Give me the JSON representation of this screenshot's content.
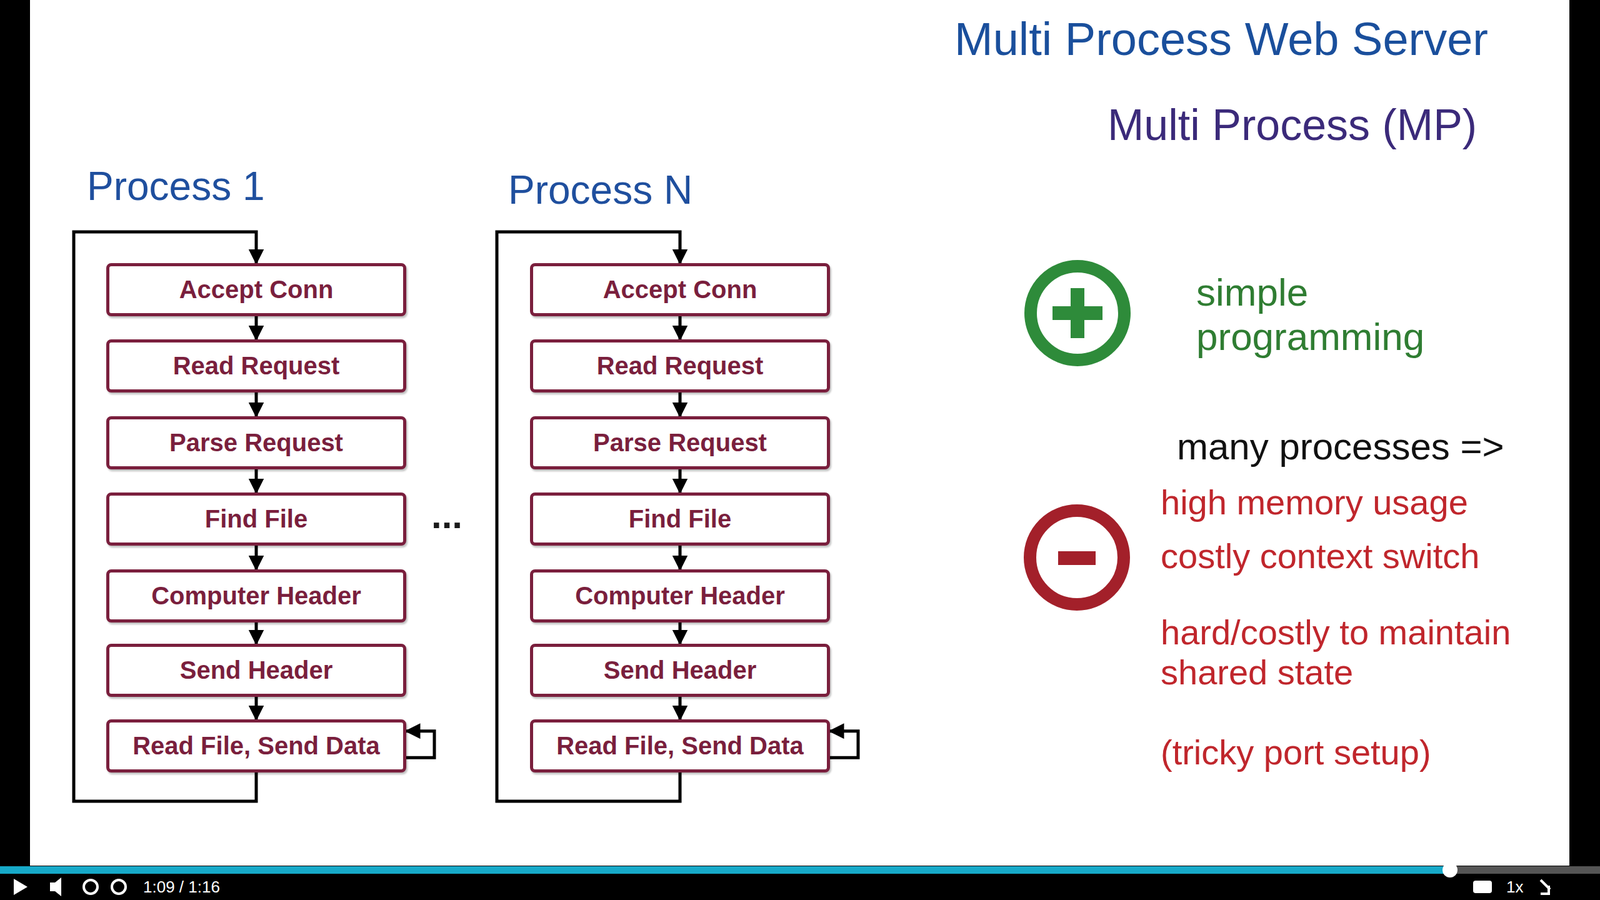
{
  "diagram": {
    "title": "Multi Process Web Server",
    "nodes": [
      {
        "text": [
          "Accept Conn"
        ]
      },
      {
        "text": [
          "Read Request"
        ]
      },
      {
        "text": [
          "Parse Request"
        ]
      },
      {
        "text": [
          "Find File"
        ]
      },
      {
        "text": [
          "Computer Header"
        ]
      },
      {
        "text": [
          "Send Header"
        ]
      },
      {
        "text": [
          "Read File, Send Data"
        ]
      },
      {
        "text": [
          "Accept Conn"
        ]
      },
      {
        "text": [
          "Read Request"
        ]
      },
      {
        "text": [
          "Parse Request"
        ]
      },
      {
        "text": [
          "Find File"
        ]
      },
      {
        "text": [
          "Computer Header"
        ]
      },
      {
        "text": [
          "Send Header"
        ]
      },
      {
        "text": [
          "Read File, Send Data"
        ]
      }
    ],
    "edges": [
      {
        "from": 0,
        "to": 1,
        "arrow": "to"
      },
      {
        "from": 1,
        "to": 2,
        "arrow": "to"
      },
      {
        "from": 2,
        "to": 3,
        "arrow": "to"
      },
      {
        "from": 3,
        "to": 4,
        "arrow": "to"
      },
      {
        "from": 4,
        "to": 5,
        "arrow": "to"
      },
      {
        "from": 5,
        "to": 6,
        "arrow": "to"
      },
      {
        "from": 6,
        "to": 6,
        "arrow": "to"
      },
      {
        "from": 6,
        "to": 0,
        "arrow": "to"
      },
      {
        "from": 7,
        "to": 8,
        "arrow": "to"
      },
      {
        "from": 8,
        "to": 9,
        "arrow": "to"
      },
      {
        "from": 9,
        "to": 10,
        "arrow": "to"
      },
      {
        "from": 10,
        "to": 11,
        "arrow": "to"
      },
      {
        "from": 11,
        "to": 12,
        "arrow": "to"
      },
      {
        "from": 12,
        "to": 13,
        "arrow": "to"
      },
      {
        "from": 13,
        "to": 13,
        "arrow": "to"
      },
      {
        "from": 13,
        "to": 7,
        "arrow": "to"
      }
    ],
    "labels": [
      "Multi Process (MP)",
      "Process 1",
      "Process N",
      "...",
      "simple programming",
      "many processes =>",
      "high memory usage",
      "costly context switch",
      "hard/costly to maintain shared state",
      "(tricky port setup)",
      "1:09 / 1:16",
      "1x"
    ]
  }
}
